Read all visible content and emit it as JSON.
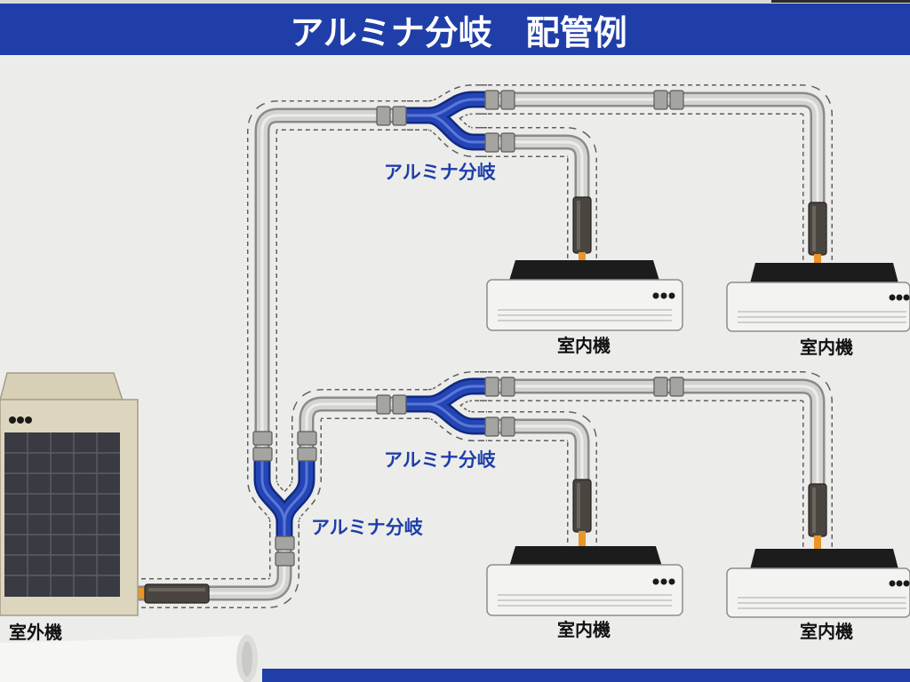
{
  "title": "アルミナ分岐　配管例",
  "outdoor_unit_label": "室外機",
  "indoor_unit_labels": [
    "室内機",
    "室内機",
    "室内機",
    "室内機"
  ],
  "branch_labels": [
    "アルミナ分岐",
    "アルミナ分岐",
    "アルミナ分岐"
  ],
  "colors": {
    "header": "#1f3ea8",
    "label_blue": "#1f3ea8",
    "branch_pipe": "#2445b6",
    "pipe": "#d3d3cf",
    "sleeve": "#4a4540",
    "refrigerant_stub": "#e8962a"
  }
}
